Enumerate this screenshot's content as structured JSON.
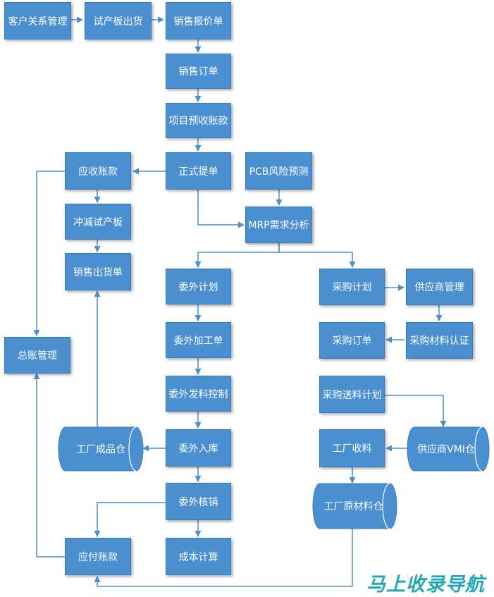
{
  "nodes": {
    "crm": "客户关系管理",
    "trial_ship": "试产板出货",
    "quote": "销售报价单",
    "sales_order": "销售订单",
    "project_prepay": "项目预收账款",
    "formal_lading": "正式提单",
    "pcb_risk": "PCB风险预测",
    "receivable": "应收账款",
    "offset_trial": "冲减试产板",
    "sales_delivery": "销售出货单",
    "mrp": "MRP需求分析",
    "outsource_plan": "委外计划",
    "purchase_plan": "采购计划",
    "supplier_mgmt": "供应商管理",
    "outsource_process": "委外加工单",
    "purchase_order": "采购订单",
    "material_cert": "采购材料认证",
    "general_ledger": "总账管理",
    "outsource_issue": "委外发料控制",
    "delivery_plan": "采购送料计划",
    "finished_wh": "工厂成品仓",
    "outsource_in": "委外入库",
    "factory_receive": "工厂收料",
    "vendor_vmi": "供应商VMI仓",
    "outsource_verify": "委外核销",
    "raw_wh": "工厂原材料仓",
    "payable": "应付账款",
    "cost_calc": "成本计算"
  },
  "watermark": "马上收录导航",
  "colors": {
    "box_fill": "#4a8fd0",
    "box_border": "#3b7bbb",
    "arrow": "#4a8fd0",
    "text": "#ffffff"
  }
}
